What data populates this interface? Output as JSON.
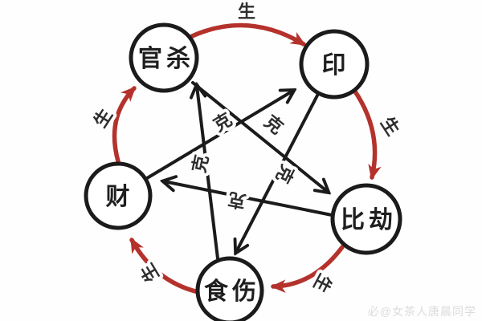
{
  "diagram": {
    "type": "cycle-diagram",
    "subject": "Ten Gods (Ba Zi) generating and overcoming cycle",
    "nodes": [
      {
        "id": "guansha",
        "label": "官杀"
      },
      {
        "id": "yin",
        "label": "印"
      },
      {
        "id": "bijie",
        "label": "比劫"
      },
      {
        "id": "shishang",
        "label": "食伤"
      },
      {
        "id": "cai",
        "label": "财"
      }
    ],
    "generate_label": "生",
    "overcome_label": "克",
    "generate_cycle": [
      {
        "from": "官杀",
        "to": "印"
      },
      {
        "from": "印",
        "to": "比劫"
      },
      {
        "from": "比劫",
        "to": "食伤"
      },
      {
        "from": "食伤",
        "to": "财"
      },
      {
        "from": "财",
        "to": "官杀"
      }
    ],
    "overcome_cycle": [
      {
        "from": "官杀",
        "to": "比劫"
      },
      {
        "from": "比劫",
        "to": "财"
      },
      {
        "from": "财",
        "to": "印"
      },
      {
        "from": "印",
        "to": "食伤"
      },
      {
        "from": "食伤",
        "to": "官杀"
      }
    ],
    "colors": {
      "generate_arrow": "#b5322c",
      "overcome_arrow": "#1b1b1b",
      "node_stroke": "#1b1b1b",
      "node_fill": "#ffffff",
      "background": "#fefefe",
      "watermark": "#dcdcdc"
    },
    "watermark": "必@女茶人唐晨同学"
  }
}
